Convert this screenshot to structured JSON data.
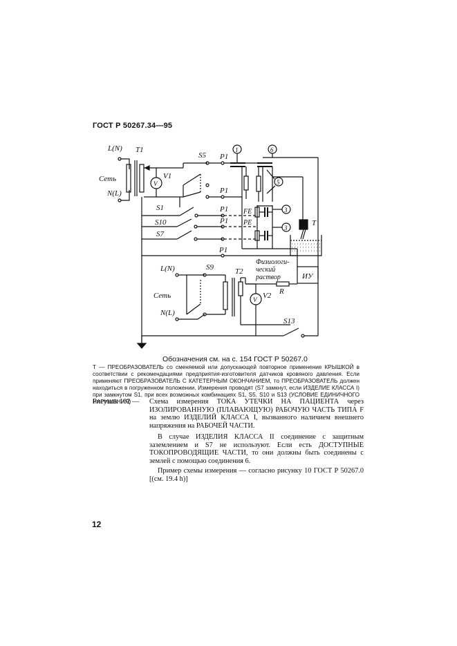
{
  "header": {
    "standard_id": "ГОСТ Р 50267.34—95"
  },
  "schematic": {
    "labels": {
      "l_top": "L(N)",
      "t1": "T1",
      "s5": "S5",
      "p1a": "P1",
      "p1b": "P1",
      "p1c": "P1",
      "p1d": "P1",
      "p1e": "P1",
      "set_top": "Сеть",
      "n_top": "N(L)",
      "v1": "V1",
      "s1": "S1",
      "s10": "S10",
      "s7": "S7",
      "fe": "FE",
      "pe": "PE",
      "t_mark": "Т",
      "l_bot": "L(N)",
      "s9": "S9",
      "t2": "T2",
      "set_bot": "Сеть",
      "n_bot": "N(L)",
      "v2": "V2",
      "r": "R",
      "iu": "ИУ",
      "physio_1": "Физиологи-",
      "physio_2": "ческий",
      "physio_3": "раствор",
      "s13": "S13",
      "v_circle": "V",
      "v2_circle": "V"
    },
    "callouts": [
      "1",
      "6",
      "5",
      "3",
      "3"
    ]
  },
  "caption_ref": "Обозначения см. на с. 154 ГОСТ Р 50267.0",
  "note": "Т — ПРЕОБРАЗОВАТЕЛЬ со сменяемой или допускающей повторное применение КРЫШКОЙ в соответствии с рекомендациями предприятия-изготовителя датчиков кровяного давления. Если применяют ПРЕОБРАЗОВАТЕЛЬ С КАТЕТЕРНЫМ ОКОНЧАНИЕМ, то ПРЕОБРАЗОВАТЕЛЬ должен находиться в погруженном положении. Измерения проводят (S7 замкнут, если ИЗДЕЛИЕ КЛАССА I) при замкнутом S1, при всех возможных комбинациях S1, S5, S10 и S13 (УСЛОВИЕ ЕДИНИЧНОГО НАРУШЕНИЯ)",
  "figure": {
    "label": "Рисунок 102 —",
    "text": "Схема измерения ТОКА УТЕЧКИ НА ПАЦИЕНТА через ИЗОЛИРОВАННУЮ (ПЛАВАЮЩУЮ) РАБОЧУЮ ЧАСТЬ ТИПА F на землю ИЗДЕЛИЙ КЛАССА I, вызванного наличием внешнего напряжения на РАБОЧЕЙ ЧАСТИ."
  },
  "para1": "В случае ИЗДЕЛИЯ КЛАССА II соединение с защитным заземлением и S7 не используют. Если есть ДОСТУПНЫЕ ТОКОПРОВОДЯЩИЕ ЧАСТИ, то они должны быть соединены с землей с помощью соединения 6.",
  "para2": "Пример схемы измерения — согласно рисунку 10 ГОСТ Р 50267.0 [(см. 19.4 h)]",
  "page_number": "12"
}
